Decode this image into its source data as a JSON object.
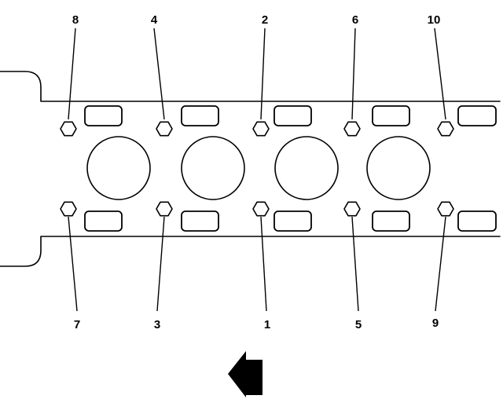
{
  "diagram": {
    "type": "cylinder-head-bolt-tightening-sequence",
    "bolts_top": [
      {
        "seq": "8"
      },
      {
        "seq": "4"
      },
      {
        "seq": "2"
      },
      {
        "seq": "6"
      },
      {
        "seq": "10"
      }
    ],
    "bolts_bottom": [
      {
        "seq": "7"
      },
      {
        "seq": "3"
      },
      {
        "seq": "1"
      },
      {
        "seq": "5"
      },
      {
        "seq": "9"
      }
    ],
    "cylinder_bores": 4,
    "direction_arrow": "left-arrow-icon"
  }
}
